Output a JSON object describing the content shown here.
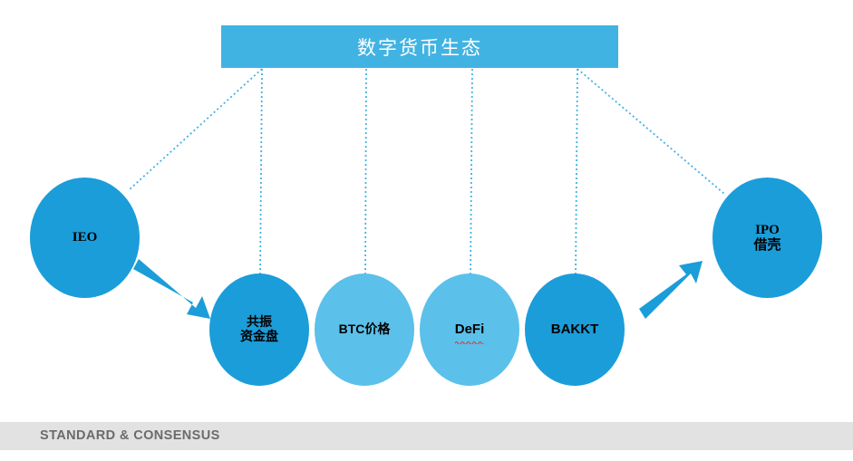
{
  "banner": {
    "title": "数字货币生态",
    "color": "#41b3e3",
    "text_color": "#ffffff"
  },
  "palette": {
    "dark_blue": "#1b9dd9",
    "light_blue": "#5bc0ea",
    "banner_blue": "#41b3e3",
    "connector_blue": "#41b3e3",
    "arrow_blue": "#1b9dd9",
    "inner_arrow": "#ffffff",
    "footer_band": "#e2e2e2",
    "footer_text": "#6b6b6b",
    "background": "#ffffff",
    "spellcheck_red": "#e8392f"
  },
  "nodes": [
    {
      "id": "ieo",
      "label": "IEO",
      "fill": "#1b9dd9"
    },
    {
      "id": "gongzhen",
      "label": "共振\n资金盘",
      "fill": "#1b9dd9"
    },
    {
      "id": "btc",
      "label": "BTC价格",
      "fill": "#5bc0ea"
    },
    {
      "id": "defi",
      "label": "DeFi",
      "fill": "#5bc0ea"
    },
    {
      "id": "bakkt",
      "label": "BAKKT",
      "fill": "#1b9dd9"
    },
    {
      "id": "ipo",
      "label": "IPO\n借壳",
      "fill": "#1b9dd9"
    }
  ],
  "flow_arrows": [
    {
      "from": "ieo",
      "to": "gongzhen",
      "style": "thick-blue-diagonal"
    },
    {
      "from": "gongzhen",
      "to": "btc",
      "style": "white-horizontal"
    },
    {
      "from": "btc",
      "to": "defi",
      "style": "white-horizontal"
    },
    {
      "from": "defi",
      "to": "bakkt",
      "style": "white-horizontal"
    },
    {
      "from": "bakkt",
      "to": "ipo",
      "style": "thick-blue-diagonal"
    }
  ],
  "connectors": {
    "style": "dotted",
    "color": "#41b3e3",
    "from": "banner",
    "to": [
      "ieo",
      "gongzhen",
      "btc",
      "defi",
      "bakkt",
      "ipo"
    ]
  },
  "footer": {
    "text": "STANDARD & CONSENSUS"
  }
}
